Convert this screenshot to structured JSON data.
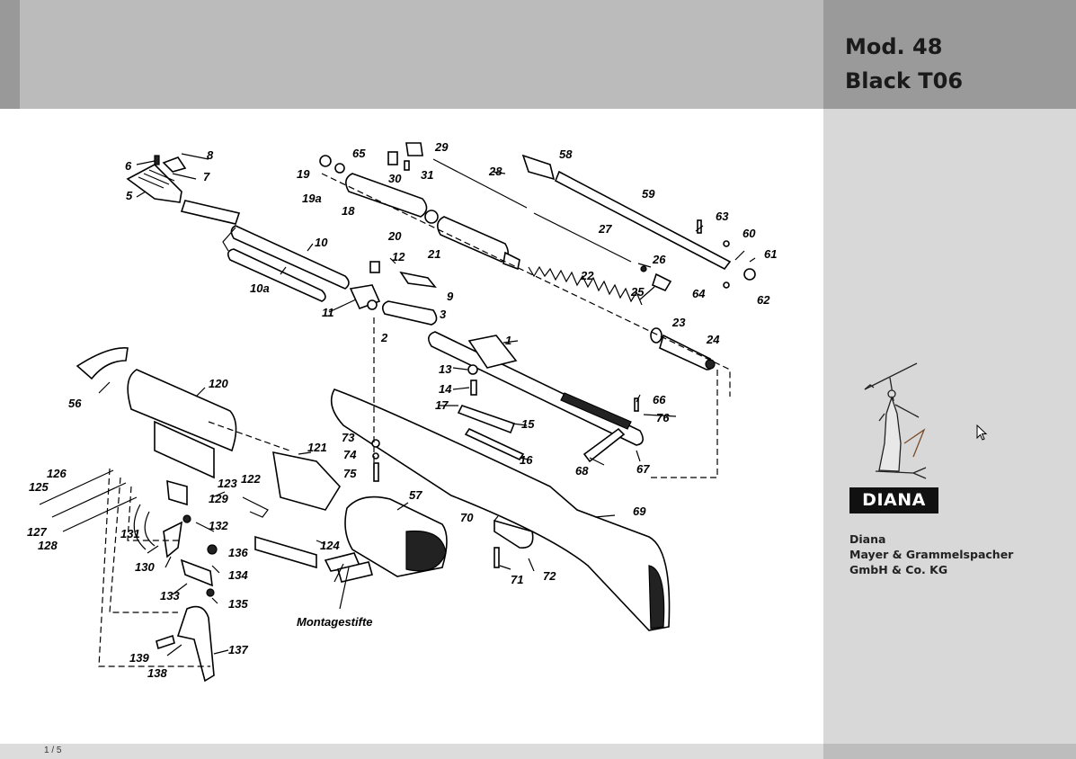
{
  "header": {
    "model": "Mod. 48",
    "variant": "Black T06"
  },
  "brand": {
    "logo_text": "DIANA",
    "company_lines": [
      "Diana",
      "Mayer & Grammelspacher",
      "GmbH & Co. KG"
    ]
  },
  "footer": {
    "page_indicator": "1 / 5"
  },
  "diagram": {
    "callout_numbers": [
      "1",
      "2",
      "3",
      "5",
      "6",
      "7",
      "8",
      "9",
      "10",
      "10a",
      "11",
      "12",
      "13",
      "14",
      "15",
      "16",
      "17",
      "18",
      "19",
      "19a",
      "20",
      "21",
      "22",
      "23",
      "24",
      "25",
      "26",
      "27",
      "28",
      "29",
      "30",
      "31",
      "56",
      "57",
      "58",
      "59",
      "60",
      "61",
      "62",
      "63",
      "64",
      "65",
      "66",
      "67",
      "68",
      "69",
      "70",
      "71",
      "72",
      "73",
      "74",
      "75",
      "76",
      "120",
      "121",
      "122",
      "123",
      "124",
      "125",
      "126",
      "127",
      "128",
      "129",
      "130",
      "131",
      "132",
      "133",
      "134",
      "135",
      "136",
      "137",
      "138",
      "139"
    ],
    "mounting_pins_label": "Montagestifte"
  },
  "colors": {
    "header_band": "#bbbbbb",
    "title_block": "#9a9a9a",
    "sidebar": "#d8d8d8",
    "logo_bg": "#111111"
  }
}
